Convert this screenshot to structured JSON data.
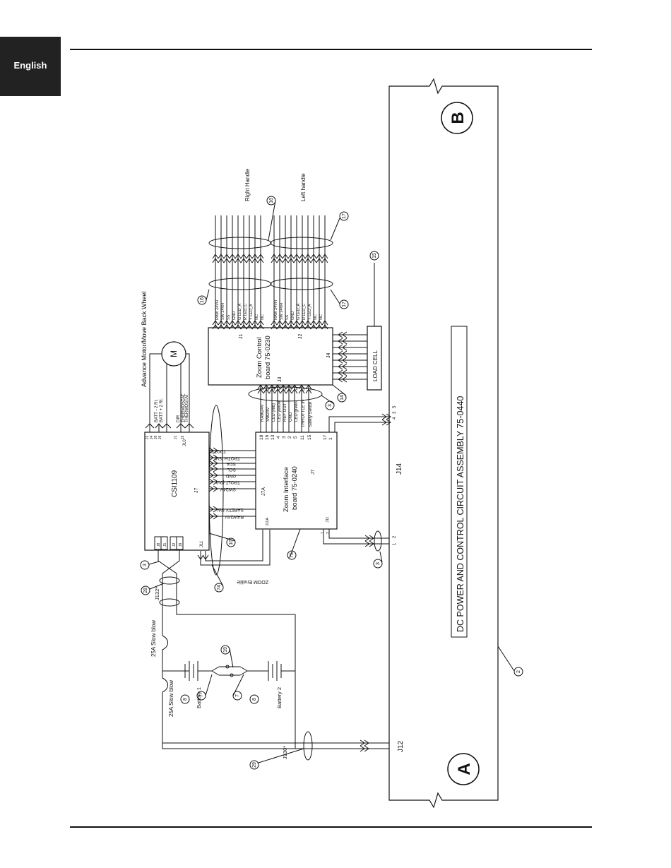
{
  "language_tab": "English",
  "colors": {
    "ink": "#111111",
    "tab": "#222222",
    "page": "#ffffff"
  },
  "assembly_title": "DC POWER AND CONTROL CIRCUIT ASSEMBLY 75-0440",
  "block_a": "A",
  "block_b": "B",
  "motor": {
    "symbol": "M",
    "label": "Advance Motor/Move Back Wheel",
    "pins": [
      "J1",
      "J4",
      "J5",
      "J6",
      "J1",
      "J2"
    ],
    "wires": [
      "BATT - 2 Rt.",
      "BATT + 2 Rt.",
      "DIR",
      "THERMOSTAT",
      "THERMOSTAT"
    ]
  },
  "csi_board": {
    "name": "CSI1109",
    "j7": "J7",
    "j10": "J10",
    "j11": "J11",
    "pins": [
      "J8",
      "J1",
      "J2",
      "J9"
    ],
    "signals": [
      "TPOTC",
      "TPOTH (5V)",
      "SDA",
      "SCL",
      "GND",
      "TPOLT (0V)",
      "SW24V",
      "SAFETY SW",
      "RAW24V"
    ]
  },
  "zoom_enable": "ZOOM Enable",
  "interface_board": {
    "line1": "Zoom Interface",
    "line2": "board 75-0240",
    "j7": "J7",
    "j7a": "J7A",
    "j11a": "J11A",
    "j11": "J11",
    "pins_left": [
      "18",
      "16",
      "13",
      "4",
      "3",
      "2",
      "5",
      "11",
      "15"
    ],
    "pins_right": [
      "17",
      "1"
    ],
    "pins_bottom": [
      "1",
      "2"
    ]
  },
  "control_board": {
    "line1": "Zoom Control",
    "line2": "board 75-0230",
    "j1": "J1",
    "j2": "J2",
    "j3": "J3",
    "j4": "J4",
    "j3_signals": [
      "RAW24V",
      "SW24V",
      "LED (red)",
      "LED yellow",
      "REF OUT",
      "GND",
      "LED green",
      "THROTTLE IN",
      "Safety Switch"
    ],
    "j3_pins": [
      "1",
      "2",
      "3",
      "4",
      "5",
      "6",
      "7",
      "8",
      "9"
    ],
    "j1_signals": [
      "RAW 24VH",
      "SW 24VH",
      "SS",
      "GND",
      "G LED_A",
      "R LED_C",
      "Y LED_A",
      "NC",
      "NC"
    ],
    "j2_signals": [
      "RAW 24VH",
      "SW 24VH",
      "SS",
      "GND",
      "G LED_A",
      "R LED_C",
      "Y LED_A",
      "NC",
      "NC"
    ]
  },
  "right_handle": "Right Handle",
  "left_handle": "Left handle",
  "load_cell": "LOAD CELL",
  "fuse1": "25A Slow blow",
  "fuse2": "25A Slow blow",
  "battery1": "Battery 1",
  "battery2": "Battery 2",
  "connectors": {
    "j132": "J132*",
    "j130": "J130*",
    "j12": "J12",
    "j14": "J14",
    "j14_pins": [
      "4",
      "3",
      "5"
    ],
    "j12_pins": [
      "1",
      "2"
    ]
  },
  "callouts": [
    "2",
    "3",
    "3",
    "3",
    "7",
    "7",
    "8",
    "8",
    "10",
    "14",
    "15",
    "16",
    "16",
    "17",
    "17",
    "19",
    "28",
    "29",
    "74",
    "75"
  ]
}
